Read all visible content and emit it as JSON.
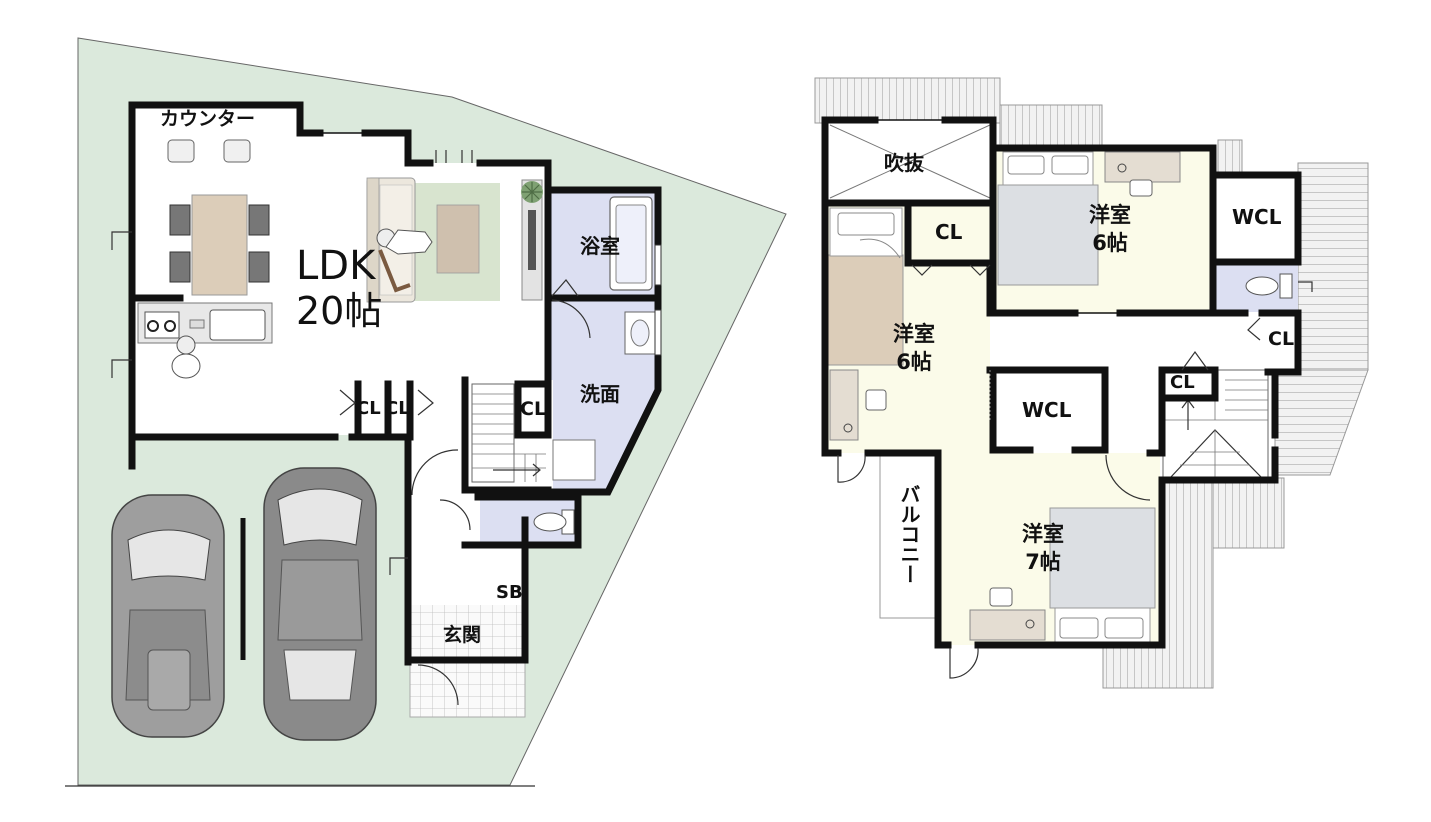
{
  "colors": {
    "site": "#dbe9dc",
    "floor": "#ffffff",
    "bedroom": "#fbfbe9",
    "wet": "#dcdff2",
    "wall": "#111111",
    "deck": "#b8b8b8",
    "rug": "#d8e4cf",
    "wood": "#dccdb9"
  },
  "floor1": {
    "counter": "カウンター",
    "ldk_name": "LDK",
    "ldk_size": "20帖",
    "bath": "浴室",
    "washroom": "洗面",
    "cl_a": "CL",
    "cl_b": "CL",
    "cl_c": "CL",
    "entrance": "玄関",
    "shoe_box": "SB"
  },
  "floor2": {
    "void": "吹抜",
    "cl_1": "CL",
    "cl_2": "CL",
    "cl_3": "CL",
    "wcl_1": "WCL",
    "wcl_2": "WCL",
    "bed1_name": "洋室",
    "bed1_size": "6帖",
    "bed2_name": "洋室",
    "bed2_size": "6帖",
    "bed3_name": "洋室",
    "bed3_size": "7帖",
    "balcony": "バルコニー"
  },
  "icons": [
    "car-icon",
    "car-icon",
    "toilet-icon",
    "toilet-icon",
    "bathtub-icon",
    "sink-icon",
    "sofa-icon",
    "dining-table-icon",
    "kitchen-icon",
    "bed-icon",
    "desk-icon",
    "plant-icon",
    "person-icon"
  ]
}
